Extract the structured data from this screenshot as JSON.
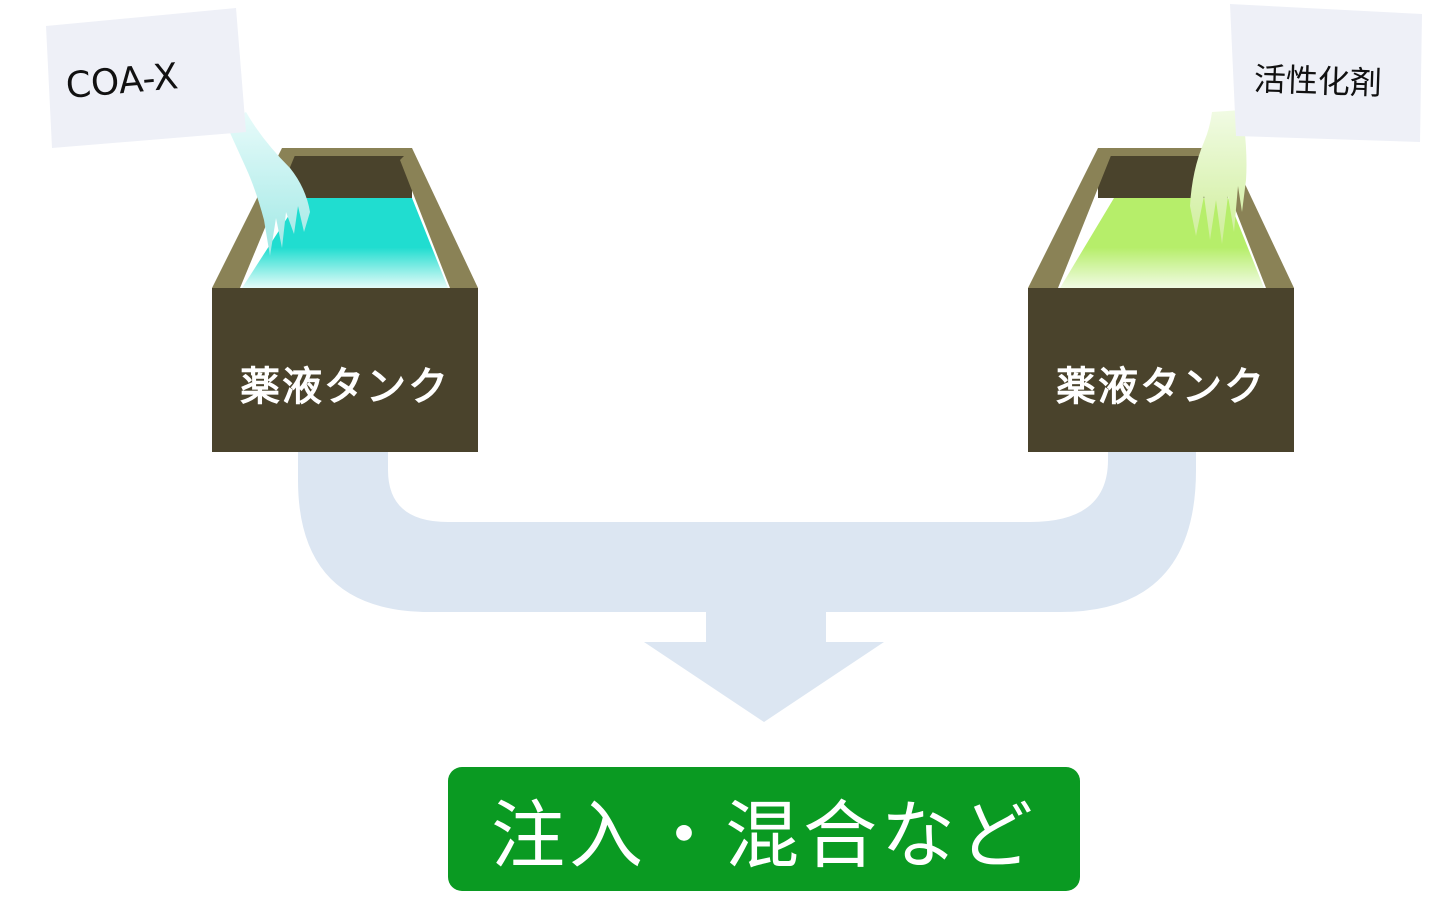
{
  "left_tank": {
    "label": "薬液タンク",
    "liquid_color": "#20ddd0",
    "card_text": "COA-X"
  },
  "right_tank": {
    "label": "薬液タンク",
    "liquid_color": "#b6ee6a",
    "card_text": "活性化剤"
  },
  "result": {
    "label": "注入・混合など",
    "color": "#0a9a22"
  },
  "colors": {
    "tank_body": "#4a432c",
    "tank_rim": "#8a8256",
    "flow_arrow": "#dce6f2",
    "card": "#eef0f7"
  }
}
